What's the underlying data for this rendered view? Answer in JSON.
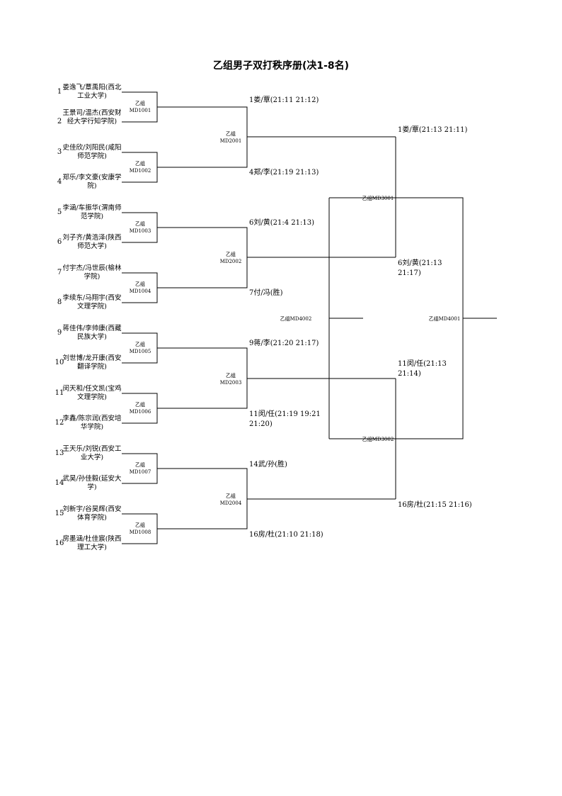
{
  "title": "乙组男子双打秩序册(决1-8名)",
  "entries": [
    {
      "seed": "1",
      "team": "娄逸飞/覃禹阳(西北工业大学)"
    },
    {
      "seed": "2",
      "team": "王景司/温杰(西安财经大学行知学院)"
    },
    {
      "seed": "3",
      "team": "史佳欣/刘阳民(咸阳师范学院)"
    },
    {
      "seed": "4",
      "team": "郑乐/李文豪(安康学院)"
    },
    {
      "seed": "5",
      "team": "李涵/车振华(渭南师范学院)"
    },
    {
      "seed": "6",
      "team": "刘子齐/黄浩泽(陕西师范大学)"
    },
    {
      "seed": "7",
      "team": "付宇杰/冯世辰(榆林学院)"
    },
    {
      "seed": "8",
      "team": "李续东/马翔宇(西安文理学院)"
    },
    {
      "seed": "9",
      "team": "蒋佳伟/李帅康(西藏民族大学)"
    },
    {
      "seed": "10",
      "team": "刘世博/龙开康(西安翻译学院)"
    },
    {
      "seed": "11",
      "team": "闵天和/任文凯(宝鸡文理学院)"
    },
    {
      "seed": "12",
      "team": "李鑫/陈宗润(西安培华学院)"
    },
    {
      "seed": "13",
      "team": "王天乐/刘锐(西安工业大学)"
    },
    {
      "seed": "14",
      "team": "武昊/孙佳毅(延安大学)"
    },
    {
      "seed": "15",
      "team": "刘新宇/谷昊辉(西安体育学院)"
    },
    {
      "seed": "16",
      "team": "房墨涵/杜佳宸(陕西理工大学)"
    }
  ],
  "round1": [
    {
      "group": "乙组",
      "match": "MD1001"
    },
    {
      "group": "乙组",
      "match": "MD1002"
    },
    {
      "group": "乙组",
      "match": "MD1003"
    },
    {
      "group": "乙组",
      "match": "MD1004"
    },
    {
      "group": "乙组",
      "match": "MD1005"
    },
    {
      "group": "乙组",
      "match": "MD1006"
    },
    {
      "group": "乙组",
      "match": "MD1007"
    },
    {
      "group": "乙组",
      "match": "MD1008"
    }
  ],
  "round1_results": [
    "1娄/覃(21:11 21:12)",
    "4郑/李(21:19 21:13)",
    "6刘/黄(21:4 21:13)",
    "7付/冯(胜)",
    "9蒋/李(21:20 21:17)",
    "11闵/任(21:19 19:21 21:20)",
    "14武/孙(胜)",
    "16房/杜(21:10 21:18)"
  ],
  "round2": [
    {
      "group": "乙组",
      "match": "MD2001"
    },
    {
      "group": "乙组",
      "match": "MD2002"
    },
    {
      "group": "乙组",
      "match": "MD2003"
    },
    {
      "group": "乙组",
      "match": "MD2004"
    }
  ],
  "round2_results": [
    "1娄/覃(21:13 21:11)",
    "6刘/黄(21:13 21:17)",
    "11闵/任(21:13 21:14)",
    "16房/杜(21:15 21:16)"
  ],
  "round3": [
    "乙组MD3001",
    "乙组MD3002"
  ],
  "third_place": "乙组MD4002",
  "final": "乙组MD4001"
}
